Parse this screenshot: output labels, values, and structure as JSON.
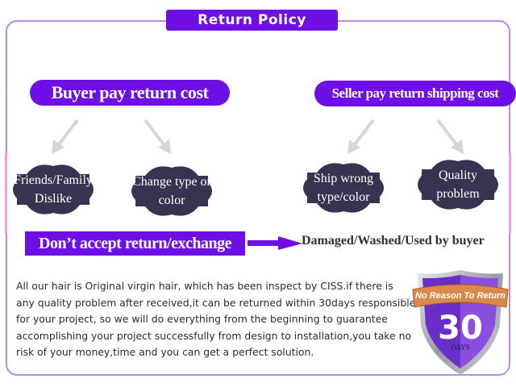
{
  "header": {
    "title": "Return Policy"
  },
  "sections": {
    "buyer": {
      "title": "Buyer pay return cost",
      "reasons": [
        {
          "lines": [
            "Friends/Family",
            "Dislike"
          ]
        },
        {
          "lines": [
            "Change type or",
            "color"
          ]
        }
      ]
    },
    "seller": {
      "title": "Seller pay return shipping cost",
      "reasons": [
        {
          "lines": [
            "Ship wrong",
            "type/color"
          ]
        },
        {
          "lines": [
            "Quality",
            "problem"
          ]
        }
      ]
    }
  },
  "exclusion": {
    "label": "Don’t accept return/exchange",
    "condition": "Damaged/Washed/Used by buyer"
  },
  "description": {
    "lines": [
      "All our hair is Original virgin hair, which has been inspect by CISS.if there is",
      "any quality problem after received,it can be returned within 30days responsible",
      "for your project, so we will do everything from the beginning to guarantee",
      "accomplishing your project successfully from design to installation,you take no",
      "risk of your money,time and you can get a perfect solution."
    ]
  },
  "guarantee_badge": {
    "ribbon": "No Reason To Return",
    "number": "30",
    "unit": "DAYS"
  },
  "colors": {
    "accent_purple": "#6e0fe6",
    "frame_border": "#b98ae6",
    "badge_dark": "#373350",
    "arrow_gray": "#d6d6d6",
    "ribbon_orange": "#d98a4a"
  }
}
